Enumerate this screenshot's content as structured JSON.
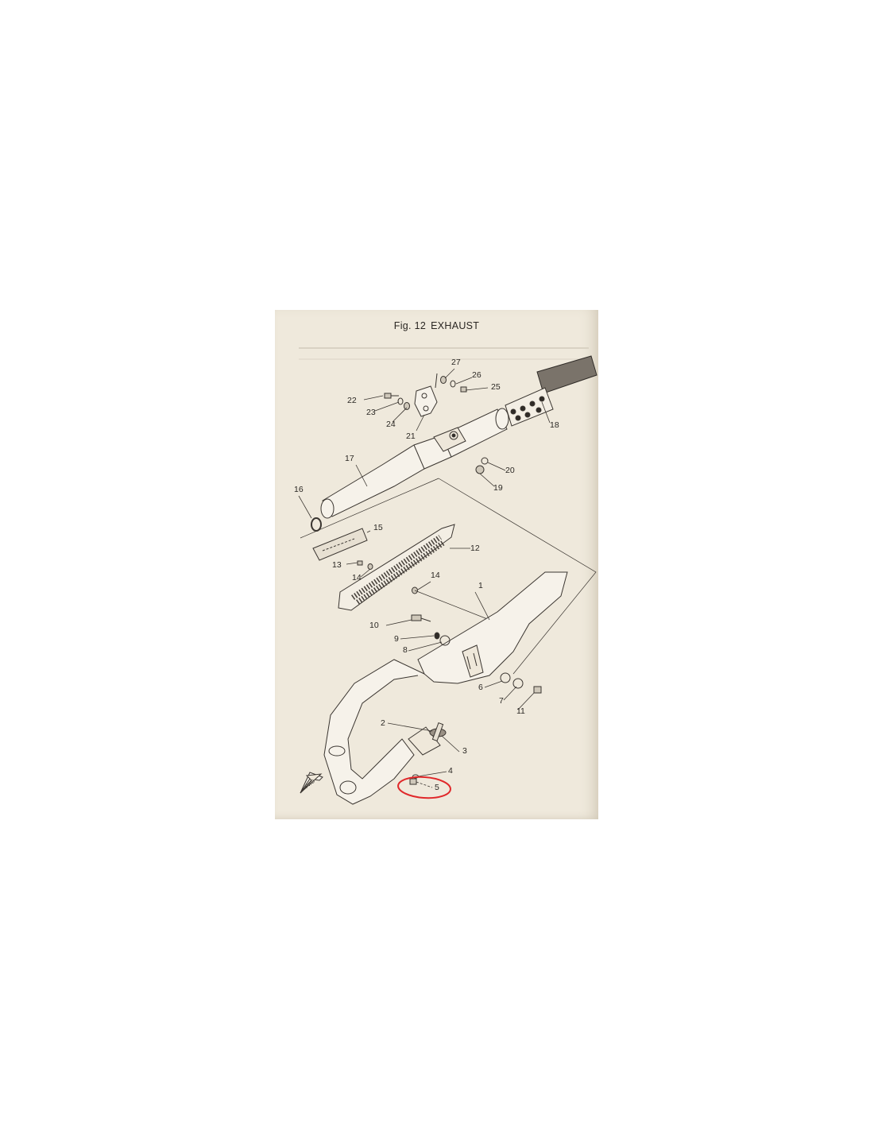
{
  "figure": {
    "number": "Fig. 12",
    "title": "EXHAUST",
    "highlight_color": "#e0282a",
    "highlighted_part": "5"
  },
  "part_labels": [
    "1",
    "2",
    "3",
    "4",
    "5",
    "6",
    "7",
    "8",
    "9",
    "10",
    "11",
    "12",
    "13",
    "14",
    "14",
    "15",
    "16",
    "17",
    "18",
    "19",
    "20",
    "21",
    "22",
    "23",
    "24",
    "25",
    "26",
    "27"
  ],
  "direction_marker": "FWD"
}
